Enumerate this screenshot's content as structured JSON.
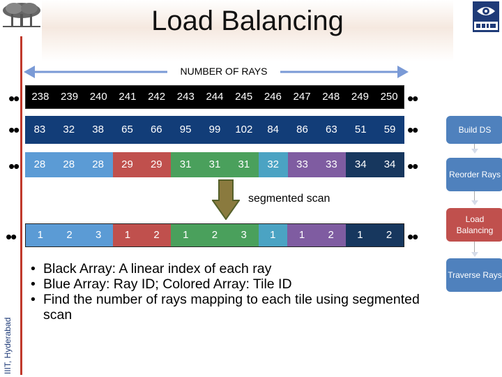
{
  "title": "Load Balancing",
  "side_label": "IIIT, Hyderabad",
  "arrow_label": "NUMBER OF RAYS",
  "row_index": [
    "238",
    "239",
    "240",
    "241",
    "242",
    "243",
    "244",
    "245",
    "246",
    "247",
    "248",
    "249",
    "250"
  ],
  "row_ray_ids": [
    "83",
    "32",
    "38",
    "65",
    "66",
    "95",
    "99",
    "102",
    "84",
    "86",
    "63",
    "51",
    "59"
  ],
  "row_tile_ids": [
    "28",
    "28",
    "28",
    "29",
    "29",
    "31",
    "31",
    "31",
    "32",
    "33",
    "33",
    "34",
    "34"
  ],
  "row_seg_counts": [
    "1",
    "2",
    "3",
    "1",
    "2",
    "1",
    "2",
    "3",
    "1",
    "1",
    "2",
    "1",
    "2"
  ],
  "cell_colors": [
    "#5b9bd5",
    "#5b9bd5",
    "#5b9bd5",
    "#c0504d",
    "#c0504d",
    "#4aa05c",
    "#4aa05c",
    "#4aa05c",
    "#4ba3c3",
    "#7f5ca1",
    "#7f5ca1",
    "#17375e",
    "#17375e"
  ],
  "seg_label": "segmented scan",
  "bullets": [
    "Black Array: A linear index of each ray",
    "Blue Array: Ray ID; Colored Array: Tile ID",
    "Find the number of rays mapping to each tile using segmented scan"
  ],
  "steps": [
    "Build DS",
    "Reorder Rays",
    "Load Balancing",
    "Traverse Rays"
  ],
  "colors": {
    "step_active": "#c0504d",
    "step_inactive": "#4f81bd",
    "ray_row": "#123d78",
    "side_line": "#c0392b"
  },
  "icons": [
    "tree-logo",
    "cvit-eye-logo"
  ]
}
